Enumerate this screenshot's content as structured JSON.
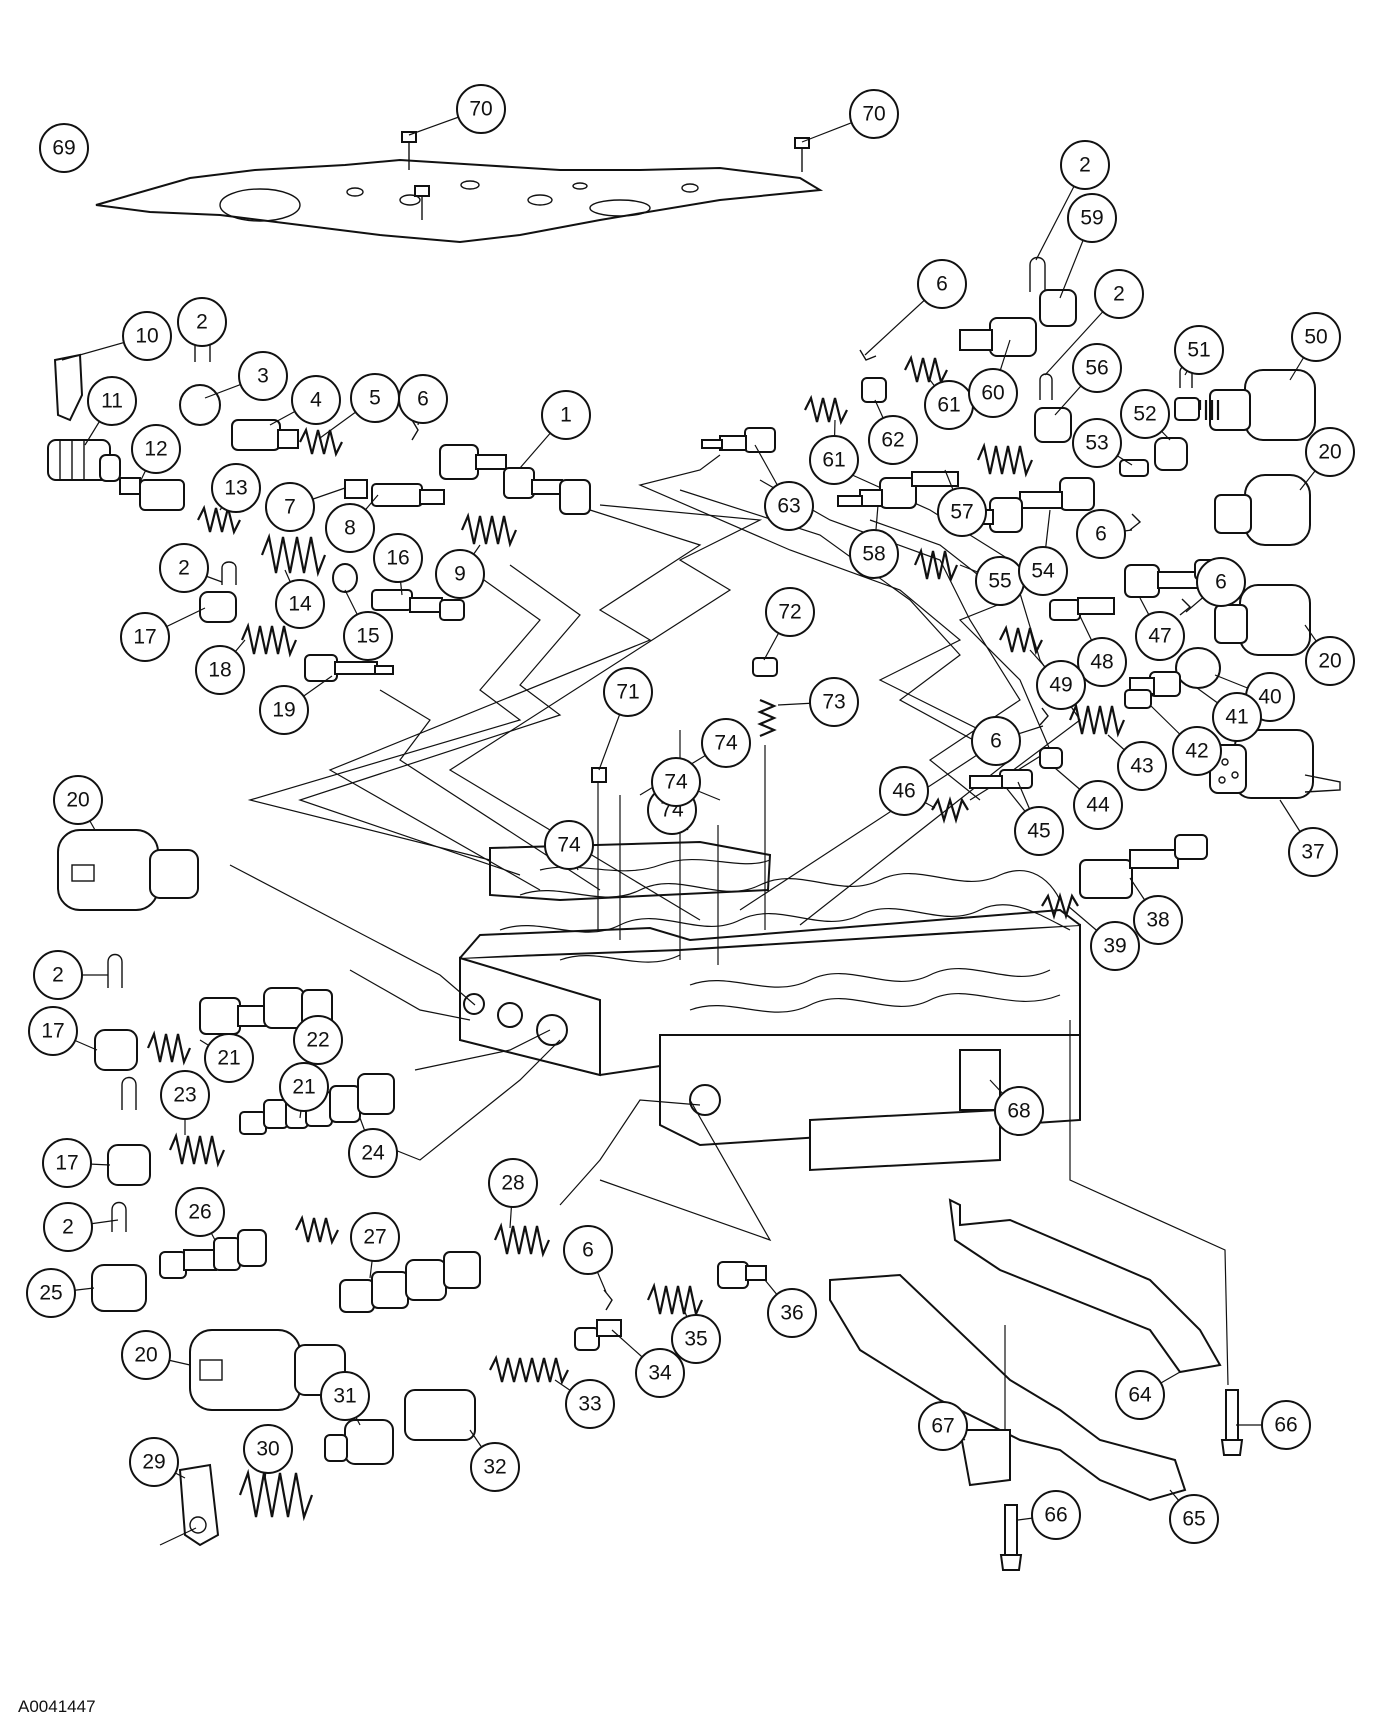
{
  "figure": {
    "code": "A0041447"
  },
  "callouts": [
    "69",
    "70",
    "70",
    "2",
    "59",
    "6",
    "2",
    "10",
    "2",
    "3",
    "4",
    "5",
    "6",
    "1",
    "11",
    "12",
    "13",
    "7",
    "8",
    "9",
    "61",
    "60",
    "62",
    "61",
    "56",
    "51",
    "50",
    "52",
    "20",
    "53",
    "63",
    "58",
    "57",
    "55",
    "54",
    "6",
    "47",
    "6",
    "20",
    "48",
    "49",
    "40",
    "16",
    "15",
    "14",
    "2",
    "17",
    "18",
    "19",
    "71",
    "72",
    "73",
    "74",
    "74",
    "74",
    "74",
    "6",
    "41",
    "43",
    "42",
    "46",
    "44",
    "45",
    "37",
    "20",
    "39",
    "38",
    "2",
    "17",
    "21",
    "22",
    "23",
    "24",
    "17",
    "2",
    "21",
    "26",
    "25",
    "28",
    "27",
    "6",
    "36",
    "35",
    "34",
    "20",
    "33",
    "31",
    "32",
    "29",
    "30",
    "68",
    "64",
    "66",
    "67",
    "66",
    "65"
  ]
}
